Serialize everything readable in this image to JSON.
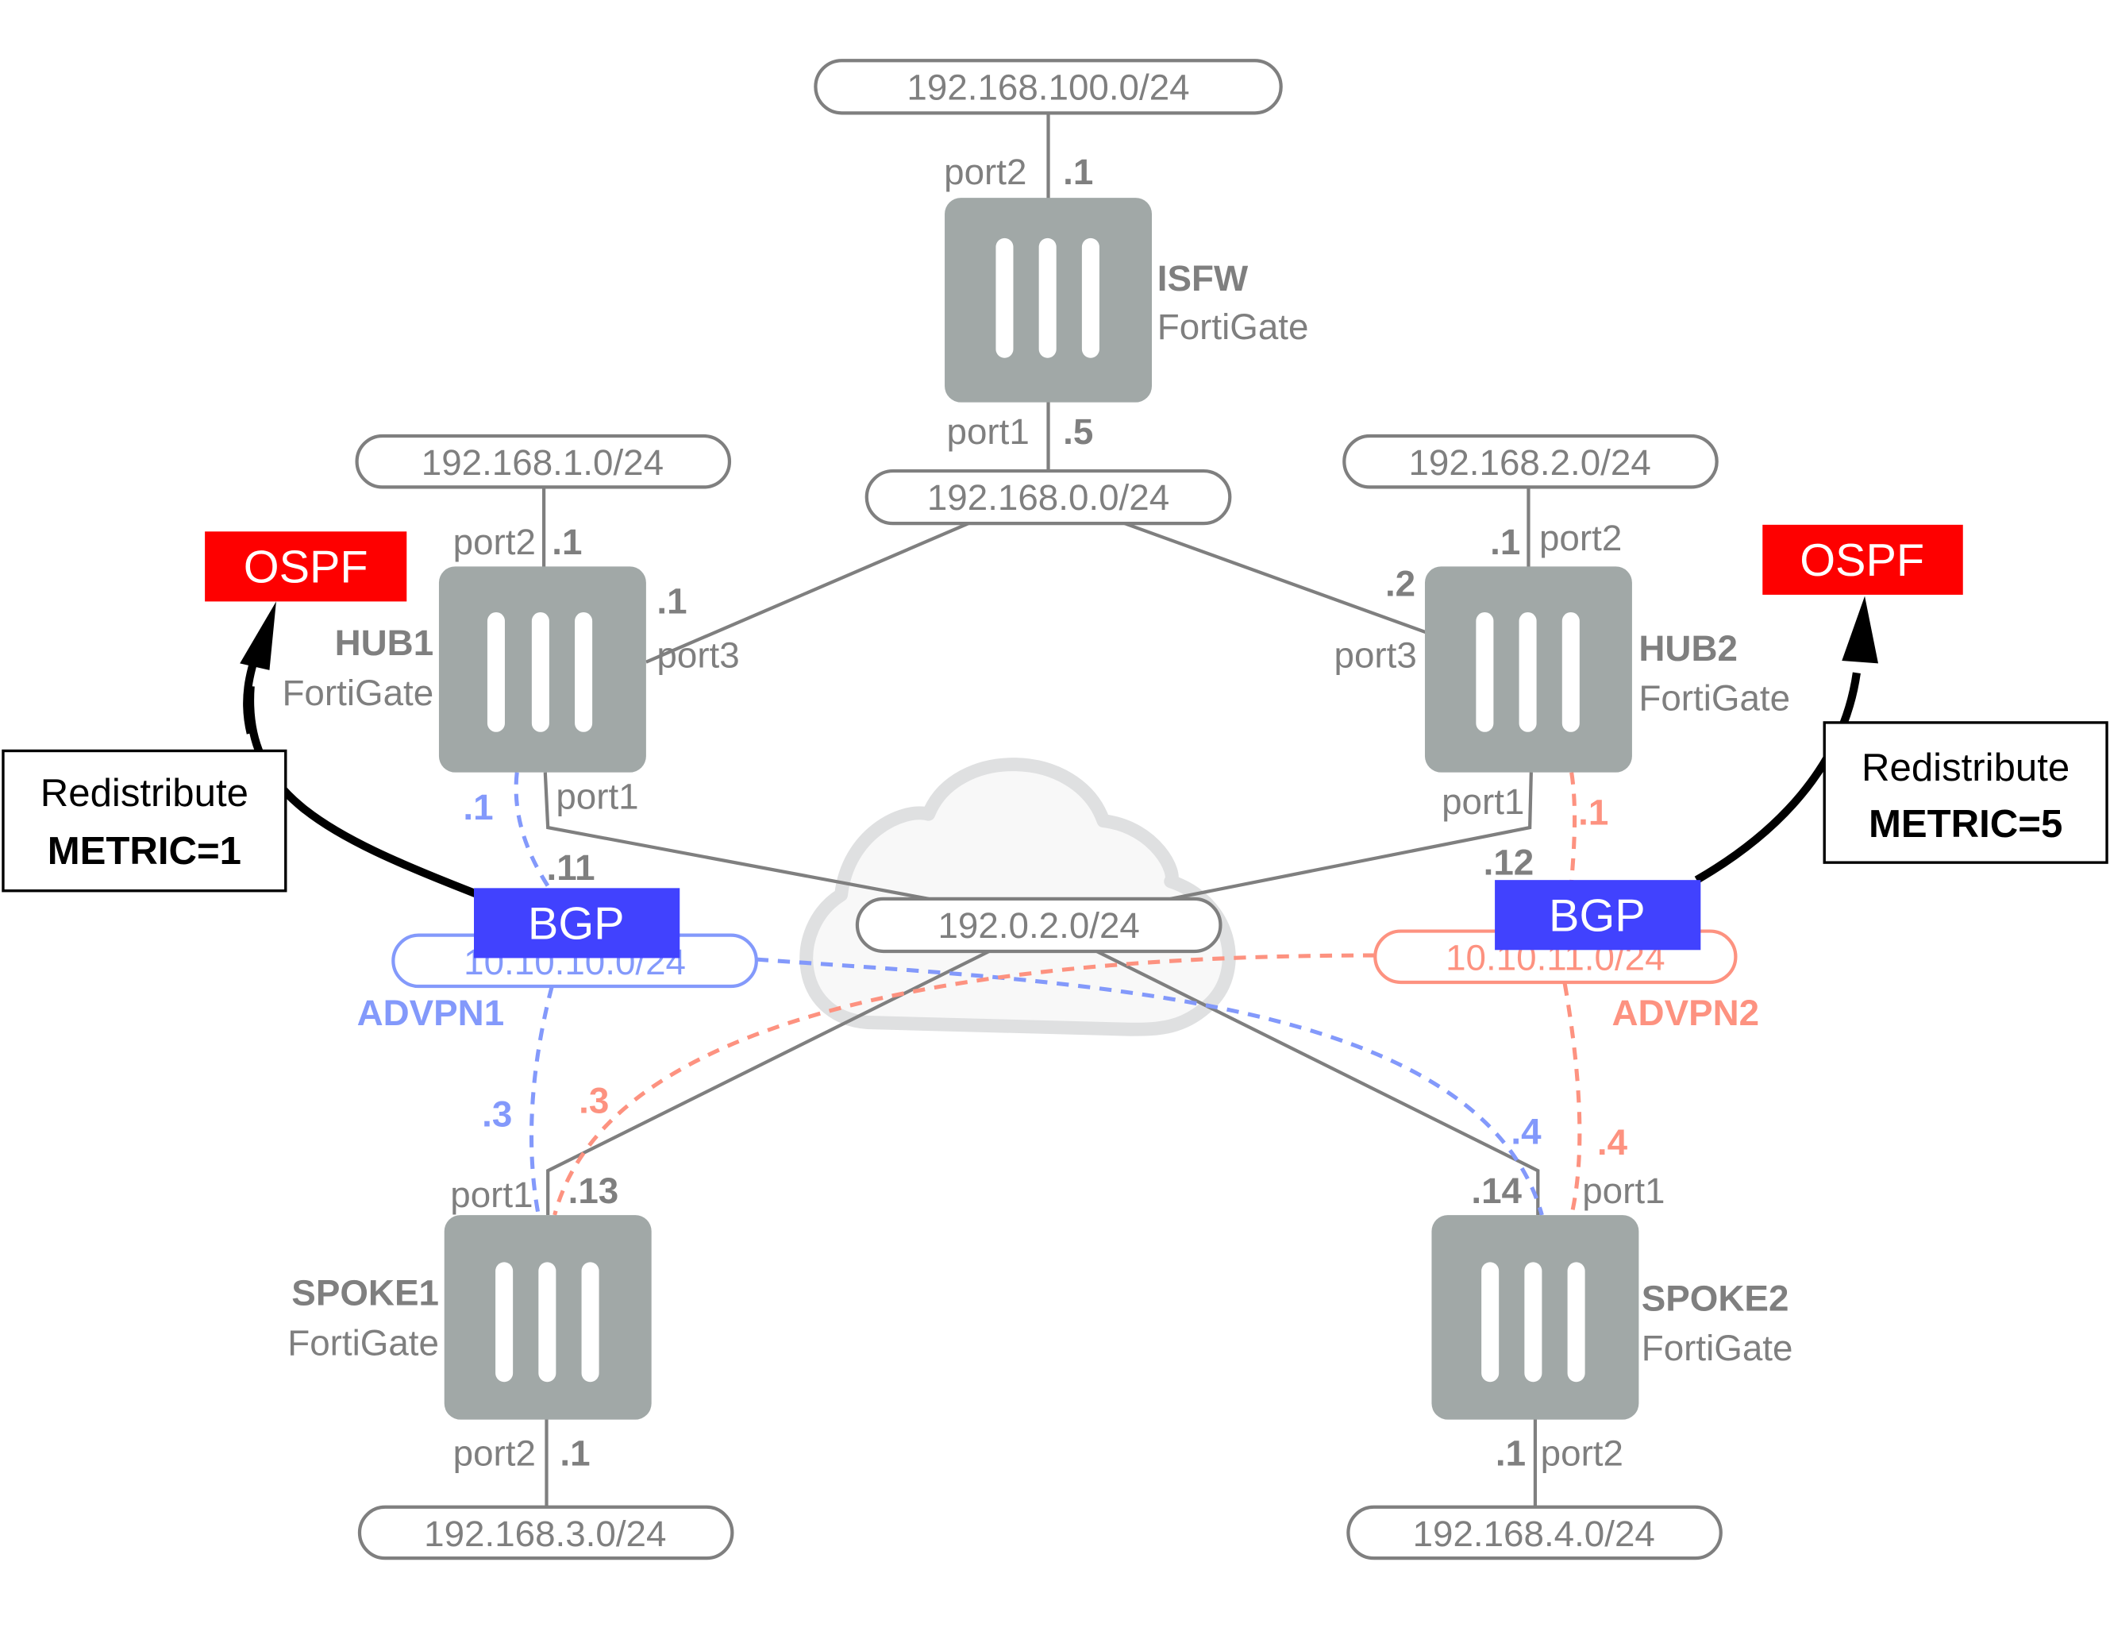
{
  "colors": {
    "device": "#a1a8a7",
    "line": "#7f7f7f",
    "advpn1": "#8399fb",
    "advpn2": "#fd9280",
    "ospf": "#fe0000",
    "bgp": "#4142fe",
    "cloud_fill": "#f8f8f8",
    "cloud_stroke": "#dfe0e1"
  },
  "devices": {
    "isfw": {
      "name": "ISFW",
      "model": "FortiGate"
    },
    "hub1": {
      "name": "HUB1",
      "model": "FortiGate"
    },
    "hub2": {
      "name": "HUB2",
      "model": "FortiGate"
    },
    "spoke1": {
      "name": "SPOKE1",
      "model": "FortiGate"
    },
    "spoke2": {
      "name": "SPOKE2",
      "model": "FortiGate"
    }
  },
  "networks": {
    "isfw_lan": "192.168.100.0/24",
    "core": "192.168.0.0/24",
    "hub1_lan": "192.168.1.0/24",
    "hub2_lan": "192.168.2.0/24",
    "internet": "192.0.2.0/24",
    "advpn1": "10.10.10.0/24",
    "advpn2": "10.10.11.0/24",
    "spoke1_lan": "192.168.3.0/24",
    "spoke2_lan": "192.168.4.0/24"
  },
  "overlays": {
    "advpn1": "ADVPN1",
    "advpn2": "ADVPN2"
  },
  "ports": {
    "isfw_port2": "port2",
    "isfw_port2_ip": ".1",
    "isfw_port1": "port1",
    "isfw_port1_ip": ".5",
    "hub1_port2": "port2",
    "hub1_port2_ip": ".1",
    "hub1_port3": "port3",
    "hub1_port3_ip": ".1",
    "hub1_port1": "port1",
    "hub1_port1_ip": ".11",
    "hub1_tunnel_ip": ".1",
    "hub2_port2": "port2",
    "hub2_port2_ip": ".1",
    "hub2_port3": "port3",
    "hub2_port3_ip": ".2",
    "hub2_port1": "port1",
    "hub2_port1_ip": ".12",
    "hub2_tunnel_ip": ".1",
    "spoke1_port1": "port1",
    "spoke1_port1_ip": ".13",
    "spoke1_adv1_ip": ".3",
    "spoke1_adv2_ip": ".3",
    "spoke1_port2": "port2",
    "spoke1_port2_ip": ".1",
    "spoke2_port1": "port1",
    "spoke2_port1_ip": ".14",
    "spoke2_adv1_ip": ".4",
    "spoke2_adv2_ip": ".4",
    "spoke2_port2": "port2",
    "spoke2_port2_ip": ".1"
  },
  "protocols": {
    "left_ospf": "OSPF",
    "right_ospf": "OSPF",
    "left_bgp": "BGP",
    "right_bgp": "BGP"
  },
  "redistribute": {
    "left": {
      "line1": "Redistribute",
      "line2": "METRIC=1"
    },
    "right": {
      "line1": "Redistribute",
      "line2": "METRIC=5"
    }
  }
}
